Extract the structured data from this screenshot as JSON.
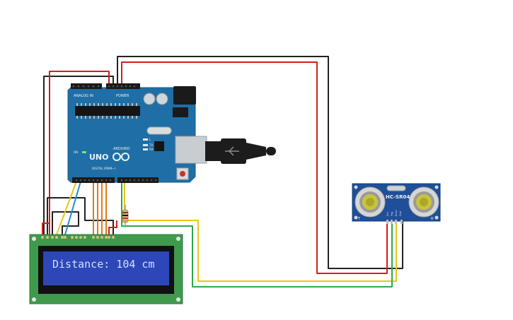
{
  "colors": {
    "arduino_board": "#1f6fa6",
    "lcd_pcb": "#3f9a4e",
    "lcd_screen": "#2d47b8",
    "sensor_pcb": "#1f4f98",
    "wire_red": "#d21f1f",
    "wire_black": "#222222",
    "wire_yellow": "#e6c619",
    "wire_green": "#2ea84a",
    "wire_orange": "#e07b1a",
    "wire_blue": "#1b8fd6"
  },
  "arduino": {
    "model": "UNO",
    "brand": "ARDUINO",
    "label_analog": "ANALOG IN",
    "label_power": "POWER",
    "label_digital": "DIGITAL (PWM~)",
    "label_on": "ON",
    "label_tx": "TX",
    "label_rx": "RX",
    "label_l": "L"
  },
  "lcd": {
    "display_text": "Distance: 104 cm"
  },
  "sensor": {
    "model": "HC-SR04",
    "label_t": "T",
    "label_r": "R",
    "pin_vcc": "Vcc",
    "pin_trig": "Trig",
    "pin_echo": "Echo",
    "pin_gnd": "Gnd"
  }
}
